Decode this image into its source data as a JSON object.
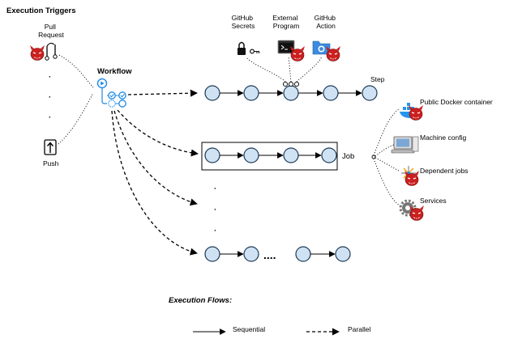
{
  "triggers": {
    "title": "Execution Triggers",
    "pull_request": "Pull Request",
    "push": "Push",
    "ellipsis": "·"
  },
  "workflow": {
    "label": "Workflow"
  },
  "sources": {
    "github_secrets": "GitHub Secrets",
    "external_program": "External Program",
    "github_action": "GitHub Action"
  },
  "step_label": "Step",
  "job_label": "Job",
  "ellipsis_h": "....",
  "job_deps": {
    "docker": "Public Docker container",
    "machine": "Machine config",
    "dependent": "Dependent jobs",
    "services": "Services"
  },
  "legend": {
    "title": "Execution Flows:",
    "sequential": "Sequential",
    "parallel": "Parallel"
  },
  "colors": {
    "node_fill": "#cfe2f3",
    "node_stroke": "#1f3b57",
    "devil": "#cc1f1f",
    "workflow_blue": "#1e88e5"
  },
  "icons": [
    "pull-request-icon",
    "push-icon",
    "lock-key-icon",
    "terminal-icon",
    "github-action-folder-icon",
    "docker-icon",
    "computer-icon",
    "dependent-jobs-icon",
    "gear-icon",
    "devil-icon",
    "workflow-icon"
  ]
}
